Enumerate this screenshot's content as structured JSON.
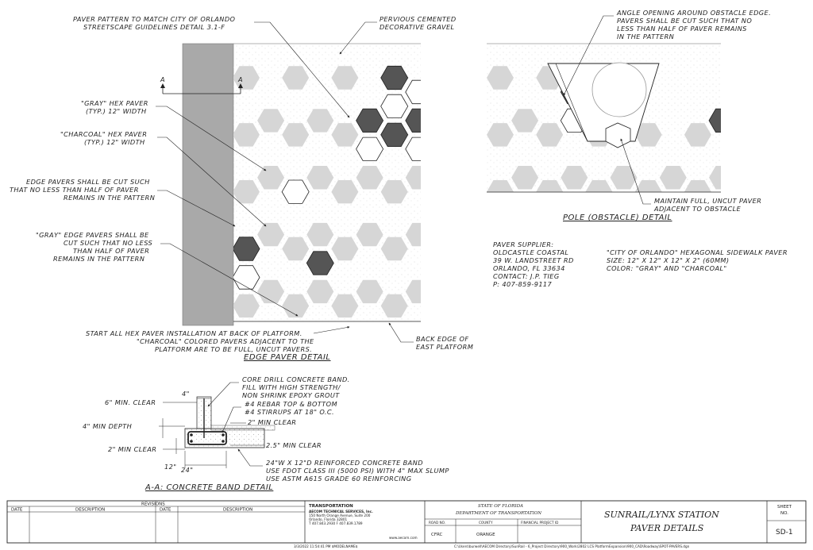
{
  "edge_detail": {
    "title": "EDGE PAVER DETAIL",
    "section_mark_a": "A",
    "notes": [
      "PAVER PATTERN TO MATCH CITY OF ORLANDO",
      "STREETSCAPE GUIDELINES DETAIL 3.1-F",
      "PERVIOUS CEMENTED",
      "DECORATIVE GRAVEL",
      "\"GRAY\" HEX PAVER",
      "(TYP.) 12\" WIDTH",
      "\"CHARCOAL\" HEX PAVER",
      "(TYP.) 12\" WIDTH",
      "EDGE PAVERS SHALL BE CUT SUCH",
      "THAT NO LESS THAN HALF OF PAVER",
      "REMAINS IN THE PATTERN",
      "\"GRAY\" EDGE PAVERS SHALL BE",
      "CUT SUCH THAT NO LESS",
      "THAN HALF OF PAVER",
      "REMAINS IN THE PATTERN",
      "START ALL HEX PAVER INSTALLATION AT BACK OF PLATFORM.",
      "\"CHARCOAL\" COLORED PAVERS ADJACENT TO THE",
      "PLATFORM ARE TO BE FULL, UNCUT PAVERS.",
      "BACK EDGE OF",
      "EAST PLATFORM"
    ]
  },
  "pole_detail": {
    "title": "POLE (OBSTACLE) DETAIL",
    "notes": [
      "ANGLE OPENING AROUND OBSTACLE EDGE.",
      "PAVERS SHALL BE CUT SUCH THAT NO",
      "LESS THAN HALF OF PAVER REMAINS",
      "IN THE PATTERN",
      "MAINTAIN FULL, UNCUT PAVER",
      "ADJACENT TO OBSTACLE"
    ]
  },
  "supplier": {
    "lines": [
      "PAVER SUPPLIER:",
      "OLDCASTLE COASTAL",
      "39 W. LANDSTREET RD",
      "ORLANDO, FL 33634",
      "CONTACT: J.P. TIEG",
      "P:     407-859-9117"
    ],
    "spec_lines": [
      "\"CITY OF ORLANDO\" HEXAGONAL SIDEWALK PAVER",
      "SIZE:      12\" X 12\" X 12\" X 2\" (60MM)",
      "COLOR:     \"GRAY\" AND \"CHARCOAL\""
    ]
  },
  "band_detail": {
    "title": "A-A: CONCRETE BAND DETAIL",
    "dims": [
      "4\"",
      "6\" MIN. CLEAR",
      "4\" MIN DEPTH",
      "2\" MIN CLEAR",
      "2\" MIN CLEAR",
      "2.5\" MIN CLEAR",
      "12\"",
      "24\""
    ],
    "notes": [
      "CORE DRILL CONCRETE BAND.",
      "FILL WITH HIGH STRENGTH/",
      "NON SHRINK EPOXY GROUT",
      "#4 REBAR TOP & BOTTOM",
      "#4 STIRRUPS AT 18\" O.C.",
      "24\"W X 12\"D REINFORCED CONCRETE BAND",
      "USE FDOT CLASS III (5000 PSI) WITH 4\" MAX SLUMP",
      "USE ASTM A615 GRADE 60 REINFORCING"
    ]
  },
  "title_block": {
    "revisions": "REVISIONS",
    "date": "DATE",
    "description": "DESCRIPTION",
    "firm_header": "TRANSPORTATION",
    "firm_name": "AECOM TECHNICAL SERVICES, Inc.",
    "firm_addr1": "150 North Orange Avenue, Suite 200",
    "firm_addr2": "Orlando, Florida 32801",
    "firm_phone": "T 407.843.2930     F 407.839.1789",
    "firm_web": "www.aecom.com",
    "state": "STATE OF FLORIDA",
    "dept": "DEPARTMENT OF TRANSPORTATION",
    "road_no": "ROAD NO.",
    "county": "COUNTY",
    "fin_proj": "FINANCIAL PROJECT ID",
    "road_val": "CFRC",
    "county_val": "ORANGE",
    "sheet_title_1": "SUNRAIL/LYNX STATION",
    "sheet_title_2": "PAVER DETAILS",
    "sheet_label_1": "SHEET",
    "sheet_label_2": "NO.",
    "sheet_no": "SD-1",
    "footer_date": "3/3/2022   11:54:41 PM   $MODELNAME$",
    "footer_path": "C:\\Users\\burwell\\AECOM Directory\\SunRail - 6_Project Directory\\900_Work\\2802 LCS PlatformExpansion\\900_CAD\\Roadway\\SPOT-PAVERS.dgn"
  },
  "colors": {
    "gray": "#d6d6d6",
    "charcoal": "#555555",
    "wall": "#a9a9a9",
    "line": "#222222"
  }
}
